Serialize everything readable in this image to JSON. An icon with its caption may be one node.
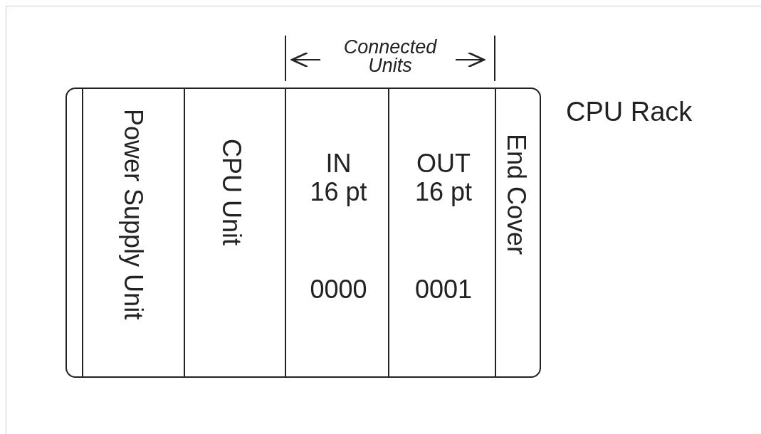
{
  "diagram": {
    "nodes": [
      {
        "text": [],
        "shape": "box",
        "beside": [
          "CPU Rack"
        ]
      },
      {
        "text": [
          "Power Supply Unit"
        ],
        "in": 0
      },
      {
        "text": [
          "CPU Unit"
        ],
        "in": 0
      },
      {
        "text": [
          "IN 16 pt",
          "0000"
        ],
        "in": 0
      },
      {
        "text": [
          "OUT 16 pt",
          "0001"
        ],
        "in": 0
      },
      {
        "text": [
          "End Cover"
        ],
        "in": 0
      }
    ],
    "labels": [
      "Connected Units"
    ]
  }
}
